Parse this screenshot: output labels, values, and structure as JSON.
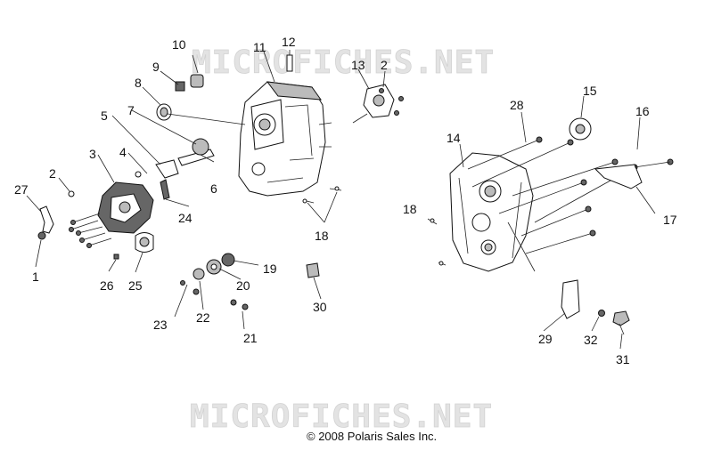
{
  "watermark": {
    "top": "MICROFICHES.NET",
    "bottom": "MICROFICHES.NET"
  },
  "copyright": "© 2008 Polaris Sales Inc.",
  "callouts": {
    "n1": "1",
    "n2a": "2",
    "n2b": "2",
    "n3": "3",
    "n4": "4",
    "n5": "5",
    "n6": "6",
    "n7": "7",
    "n8": "8",
    "n9": "9",
    "n10": "10",
    "n11": "11",
    "n12": "12",
    "n13": "13",
    "n14": "14",
    "n15": "15",
    "n16": "16",
    "n17": "17",
    "n18a": "18",
    "n18b": "18",
    "n19": "19",
    "n20": "20",
    "n21": "21",
    "n22": "22",
    "n23": "23",
    "n24": "24",
    "n25": "25",
    "n26": "26",
    "n27": "27",
    "n28": "28",
    "n29": "29",
    "n30": "30",
    "n31": "31",
    "n32": "32"
  }
}
